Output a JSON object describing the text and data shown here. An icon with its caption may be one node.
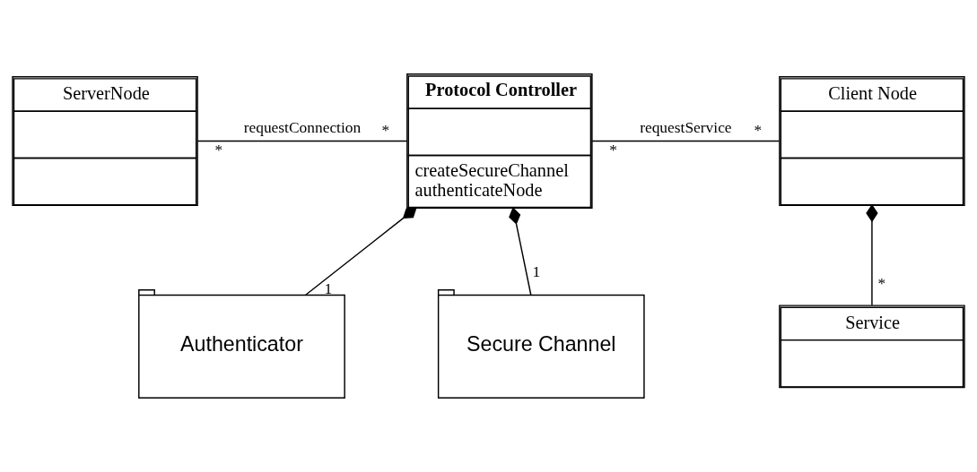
{
  "diagram": {
    "nodes": [
      {
        "text": [
          "ServerNode"
        ]
      },
      {
        "text": [
          "Protocol Controller",
          "createSecureChannel",
          "authenticateNode"
        ]
      },
      {
        "text": [
          "Client Node"
        ]
      },
      {
        "text": [
          "Service"
        ]
      },
      {
        "text": [
          "Authenticator"
        ]
      },
      {
        "text": [
          "Secure Channel"
        ]
      }
    ],
    "edges": [
      {
        "from": 0,
        "to": 1,
        "arrow": "none",
        "label": "requestConnection"
      },
      {
        "from": 1,
        "to": 2,
        "arrow": "none",
        "label": "requestService"
      },
      {
        "from": 1,
        "to": 4,
        "arrow": "other"
      },
      {
        "from": 1,
        "to": 5,
        "arrow": "other"
      },
      {
        "from": 2,
        "to": 3,
        "arrow": "other"
      }
    ],
    "labels": [
      "*",
      "*",
      "*",
      "*",
      "*",
      "1",
      "1"
    ]
  }
}
